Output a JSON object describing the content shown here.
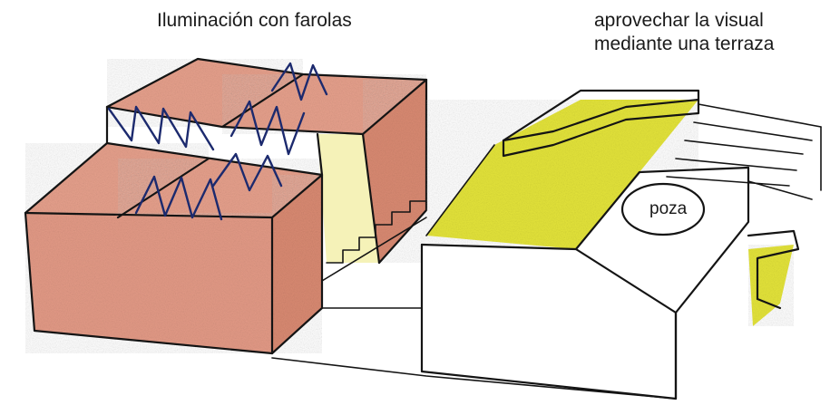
{
  "annotations": {
    "lighting": "Iluminación con farolas",
    "terrace_line1": "aprovechar la visual",
    "terrace_line2": "mediante una terraza",
    "pool": "poza"
  },
  "colors": {
    "brick": "#e6a08c",
    "brick_dark": "#d98a72",
    "yellow": "#e4e43a",
    "pale_yellow": "#f5f2b8",
    "ink": "#141414",
    "lamp_ink": "#1c2a6e"
  }
}
